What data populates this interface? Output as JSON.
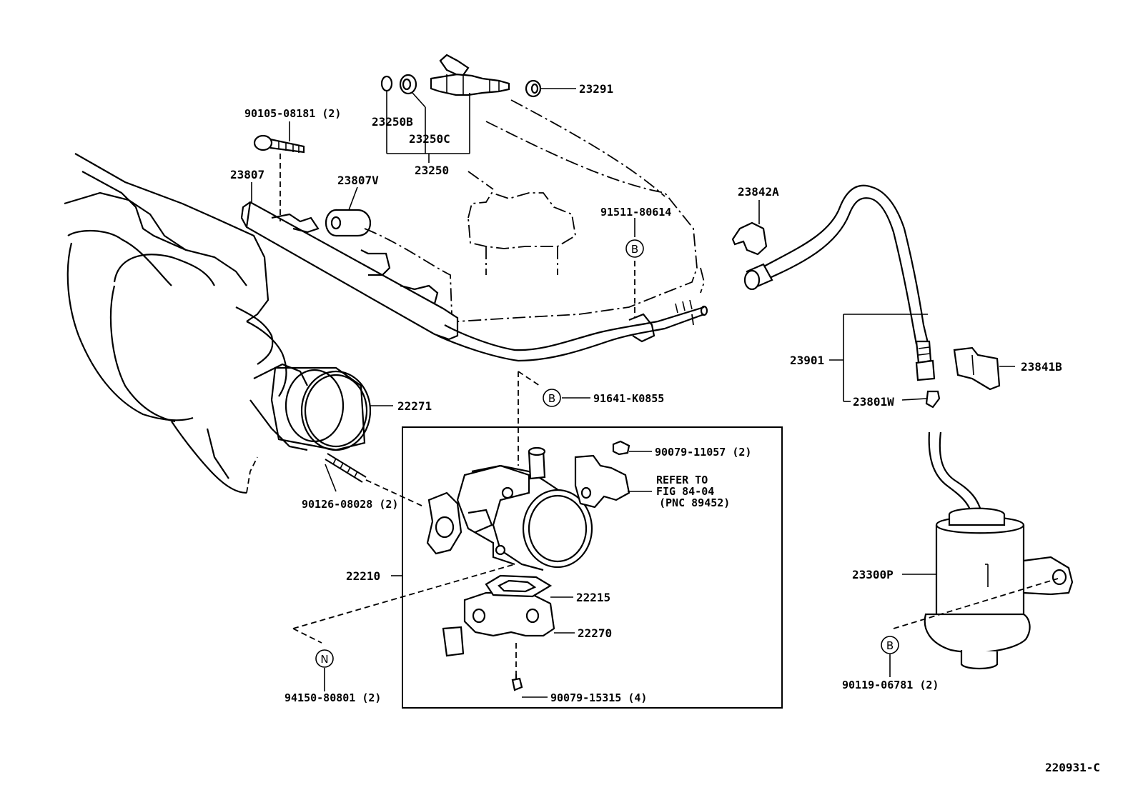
{
  "diagram_id": "220931-C",
  "labels": {
    "p90105": "90105-08181 (2)",
    "p23250B": "23250B",
    "p23250C": "23250C",
    "p23250": "23250",
    "p23291": "23291",
    "p23807": "23807",
    "p23807V": "23807V",
    "p91511": "91511-80614",
    "p23842A": "23842A",
    "p23901": "23901",
    "p23841B": "23841B",
    "p23801W": "23801W",
    "p22271": "22271",
    "p91641": "91641-K0855",
    "p90079a": "90079-11057 (2)",
    "refer1": "REFER TO",
    "refer2": "FIG 84-04",
    "refer3": "(PNC 89452)",
    "p90126": "90126-08028 (2)",
    "p22210": "22210",
    "p22215": "22215",
    "p22270": "22270",
    "p94150": "94150-80801 (2)",
    "p90079b": "90079-15315 (4)",
    "p23300P": "23300P",
    "p90119": "90119-06781 (2)"
  },
  "markers": {
    "b": "B",
    "n": "N"
  }
}
